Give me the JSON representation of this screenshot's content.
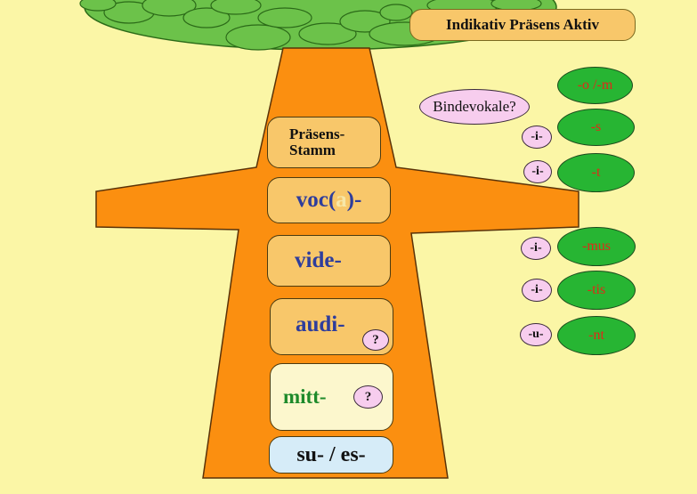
{
  "title": "Indikativ Präsens Aktiv",
  "bindevokale_label": "Bindevokale?",
  "stem_header": [
    "Präsens-",
    "Stamm"
  ],
  "stems": {
    "voca": {
      "before": "voc",
      "paren_open": "(",
      "vowel": "a",
      "paren_close": ")",
      "after": "-"
    },
    "vide": "vide-",
    "audi": "audi-",
    "mitt": "mitt-",
    "sues": "su- / es-"
  },
  "question_mark": "?",
  "connecting_vowels": [
    "-i-",
    "-i-",
    "-i-",
    "-i-",
    "-u-"
  ],
  "endings": [
    "-o /-m",
    "-s",
    "-t",
    "-mus",
    "-tis",
    "-nt"
  ],
  "colors": {
    "background": "#fbf6a6",
    "trunk": "#fb8f10",
    "foliage": "#6cc24a",
    "stem_box": "#f8c76a",
    "stem_text": "#2e3d9c",
    "mitt_text": "#1d8a2a",
    "ending_fill": "#27b533",
    "ending_text": "#e02a18",
    "pink": "#f7cdee"
  }
}
